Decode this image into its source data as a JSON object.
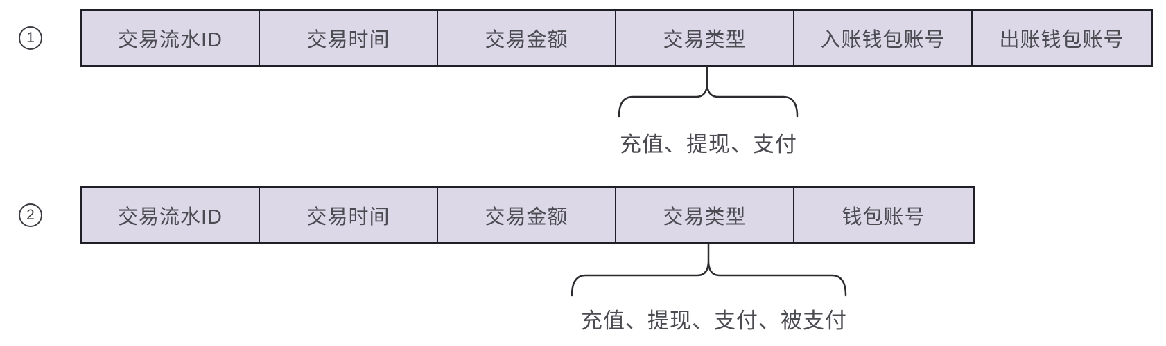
{
  "colors": {
    "background": "#ffffff",
    "cell_fill": "#dcd8e8",
    "cell_border": "#1f1f28",
    "text": "#4b4b52",
    "brace_stroke": "#2b2b30",
    "badge_border": "#3c3c42"
  },
  "diagram1": {
    "badge": "1",
    "columns": [
      "交易流水ID",
      "交易时间",
      "交易金额",
      "交易类型",
      "入账钱包账号",
      "出账钱包账号"
    ],
    "brace_target_column": "交易类型",
    "brace_label": "充值、提现、支付"
  },
  "diagram2": {
    "badge": "2",
    "columns": [
      "交易流水ID",
      "交易时间",
      "交易金额",
      "交易类型",
      "钱包账号"
    ],
    "brace_target_column": "交易类型",
    "brace_label": "充值、提现、支付、被支付"
  }
}
